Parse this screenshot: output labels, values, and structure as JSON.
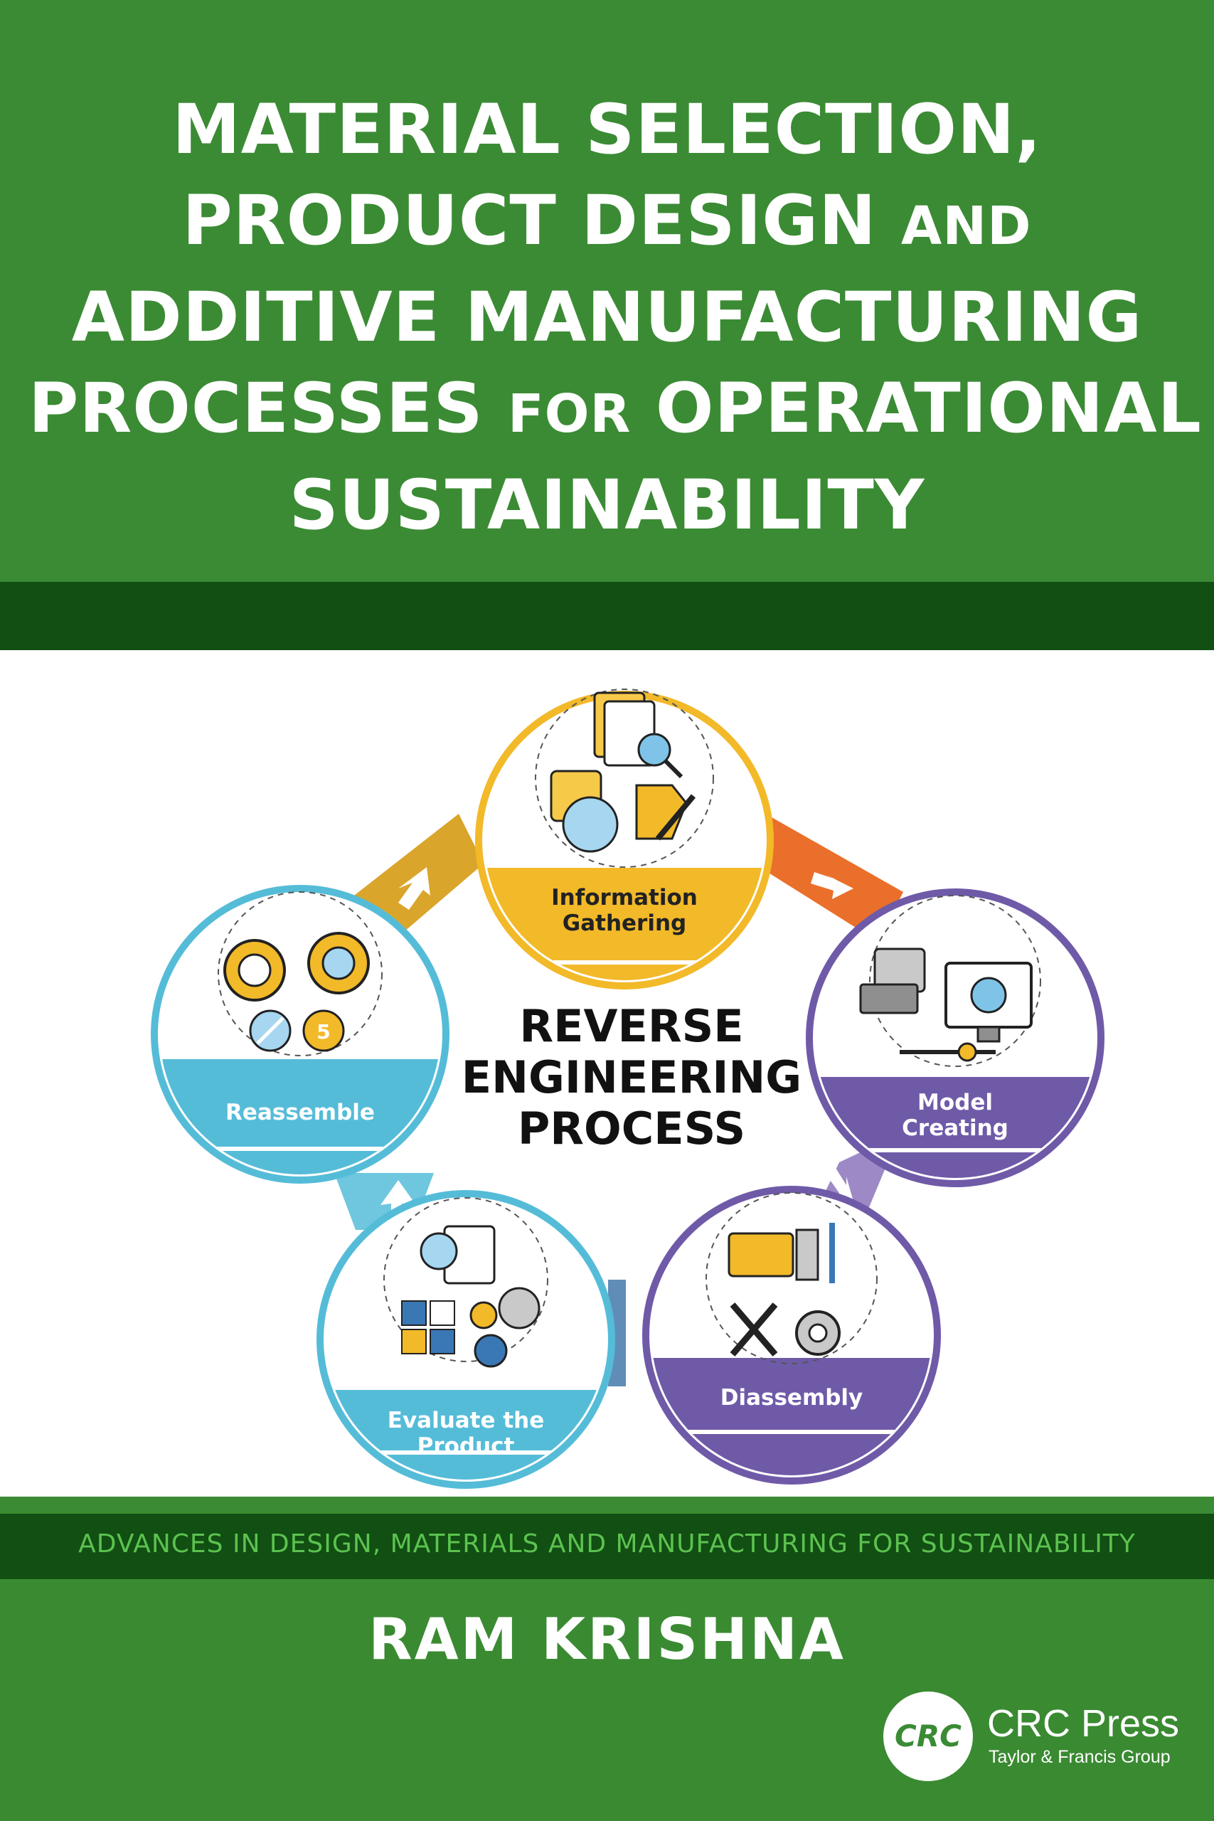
{
  "cover": {
    "title_lines": [
      {
        "a": "MATERIAL SELECTION,",
        "b": ""
      },
      {
        "a": "PRODUCT DESIGN ",
        "b": "AND"
      },
      {
        "a": "ADDITIVE MANUFACTURING",
        "b": ""
      },
      {
        "a": "PROCESSES ",
        "b": "FOR",
        "c": " OPERATIONAL"
      },
      {
        "a": "SUSTAINABILITY",
        "b": ""
      }
    ],
    "series": "ADVANCES IN DESIGN, MATERIALS AND MANUFACTURING FOR SUSTAINABILITY",
    "author": "RAM KRISHNA",
    "publisher": {
      "logo_text": "CRC",
      "name": "CRC Press",
      "subtitle": "Taylor & Francis Group"
    }
  },
  "diagram": {
    "center_lines": [
      "REVERSE",
      "ENGINEERING",
      "PROCESS"
    ],
    "steps": [
      {
        "id": "info",
        "line1": "Information",
        "line2": "Gathering",
        "color": "#f2b929"
      },
      {
        "id": "model",
        "line1": "Model",
        "line2": "Creating",
        "color": "#6f5aa8"
      },
      {
        "id": "dis",
        "line1": "Diassembly",
        "line2": "",
        "color": "#6f5aa8"
      },
      {
        "id": "eval",
        "line1": "Evaluate the",
        "line2": "Product",
        "color": "#55bcd8"
      },
      {
        "id": "reas",
        "line1": "Reassemble",
        "line2": "",
        "color": "#55bcd8"
      }
    ],
    "badge_number": "5"
  }
}
